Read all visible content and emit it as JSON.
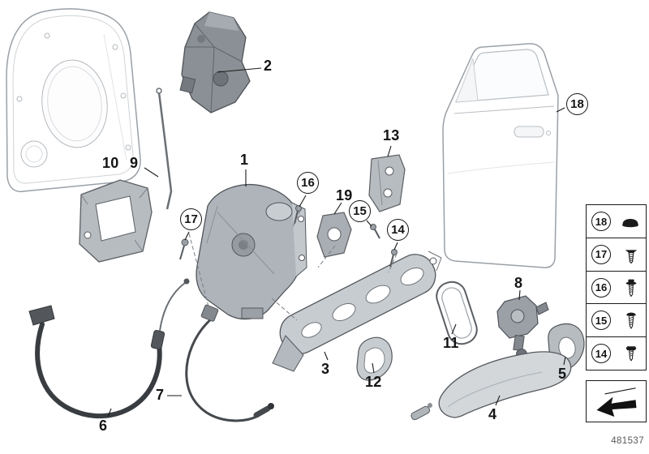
{
  "diagram": {
    "drawing_number": "481537",
    "callouts": {
      "n1": "1",
      "n2": "2",
      "n3": "3",
      "n4": "4",
      "n5": "5",
      "n6": "6",
      "n7": "7",
      "n8": "8",
      "n9": "9",
      "n10": "10",
      "n11": "11",
      "n12": "12",
      "n13": "13",
      "n19": "19",
      "c14": "14",
      "c15": "15",
      "c16": "16",
      "c17": "17",
      "c18": "18"
    },
    "legend": {
      "rows": [
        {
          "label": "18",
          "icon": "dome-cap-fastener-icon"
        },
        {
          "label": "17",
          "icon": "expansion-rivet-icon"
        },
        {
          "label": "16",
          "icon": "flange-screw-icon"
        },
        {
          "label": "15",
          "icon": "pan-head-screw-icon"
        },
        {
          "label": "14",
          "icon": "tapping-screw-icon"
        }
      ]
    }
  }
}
